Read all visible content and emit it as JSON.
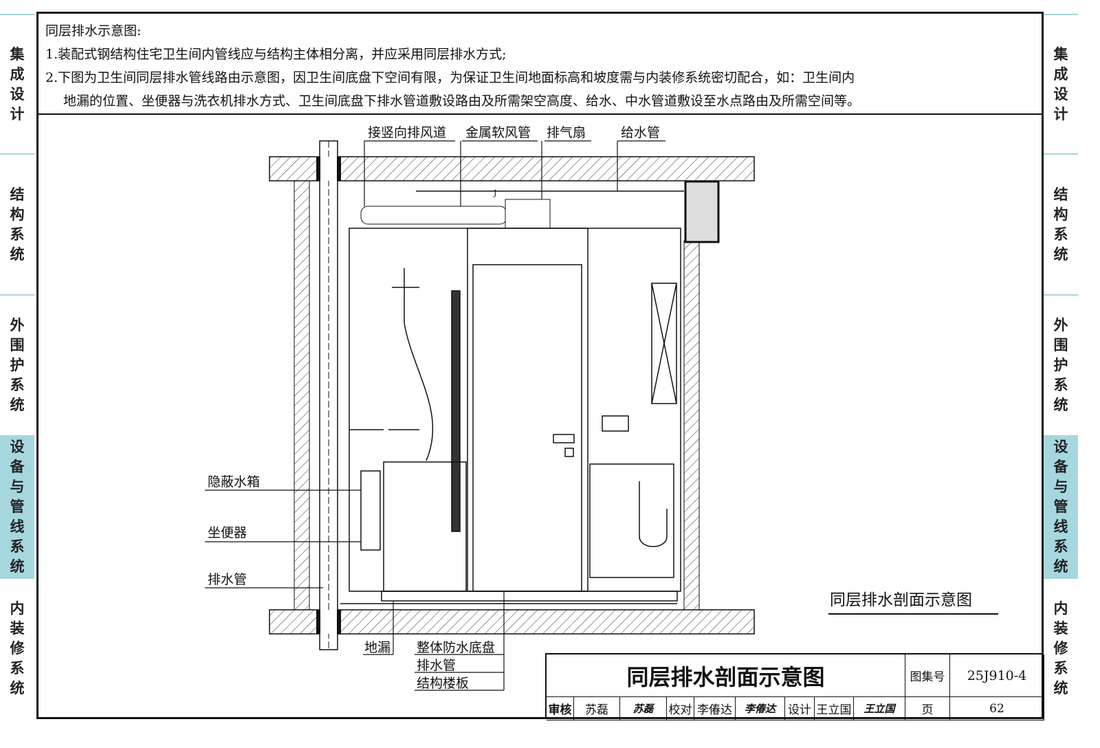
{
  "side_tabs": [
    "集成设计",
    "结构系统",
    "外围护系统",
    "设备与管线系统",
    "内装修系统"
  ],
  "active_tab": "设备与管线系统",
  "notes": {
    "heading": "同层排水示意图:",
    "line1": "1.装配式钢结构住宅卫生间内管线应与结构主体相分离，并应采用同层排水方式;",
    "line2a": "2.下图为卫生间同层排水管线路由示意图，因卫生间底盘下空间有限，为保证卫生间地面标高和坡度需与内装修系统密切配合，如：卫生间内",
    "line2b": "地漏的位置、坐便器与洗衣机排水方式、卫生间底盘下排水管道敷设路由及所需架空高度、给水、中水管道敷设至水点路由及所需空间等。"
  },
  "diagram": {
    "labels": {
      "vertical_duct": "接竖向排风道",
      "flex_duct": "金属软风管",
      "exhaust_fan": "排气扇",
      "water_supply": "给水管",
      "hidden_tank": "隐蔽水箱",
      "toilet": "坐便器",
      "drain_pipe_left": "排水管",
      "floor_drain": "地漏",
      "waterproof_tray": "整体防水底盘",
      "drain_pipe_bottom": "排水管",
      "floor_slab": "结构楼板",
      "pipe_mark": "J"
    },
    "caption": "同层排水剖面示意图"
  },
  "title_block": {
    "title": "同层排水剖面示意图",
    "atlas_label": "图集号",
    "atlas_no": "25J910-4",
    "review_label": "审核",
    "reviewer": "苏磊",
    "reviewer_sig": "苏磊",
    "check_label": "校对",
    "checker": "李偆达",
    "checker_sig": "李偆达",
    "design_label": "设计",
    "designer": "王立国",
    "designer_sig": "王立国",
    "page_label": "页",
    "page": "62"
  }
}
